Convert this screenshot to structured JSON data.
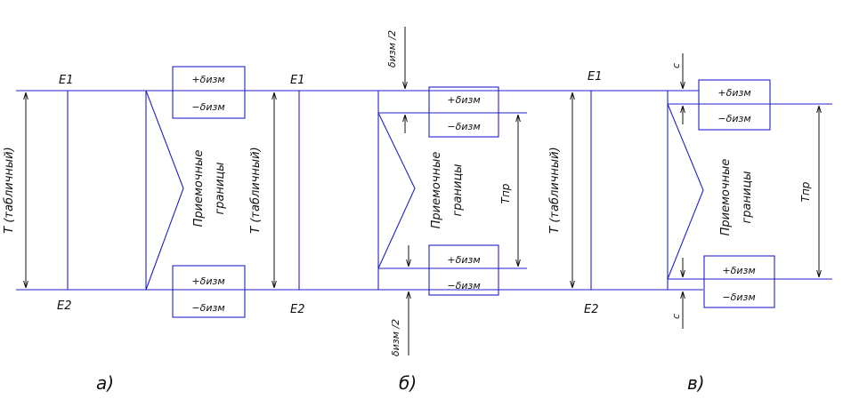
{
  "labels": {
    "e1": "E1",
    "e2": "E2",
    "plus_delta": "+δизм",
    "minus_delta": "−δизм",
    "t_table": "T (табличный)",
    "acceptance_1": "Приемочные",
    "acceptance_2": "границы",
    "half_delta": "δизм /2",
    "t_pr": "Tпр",
    "c": "c",
    "panel_a": "а)",
    "panel_b": "б)",
    "panel_c": "в)"
  },
  "colors": {
    "lines": "#2020c8",
    "text": "#111111"
  }
}
